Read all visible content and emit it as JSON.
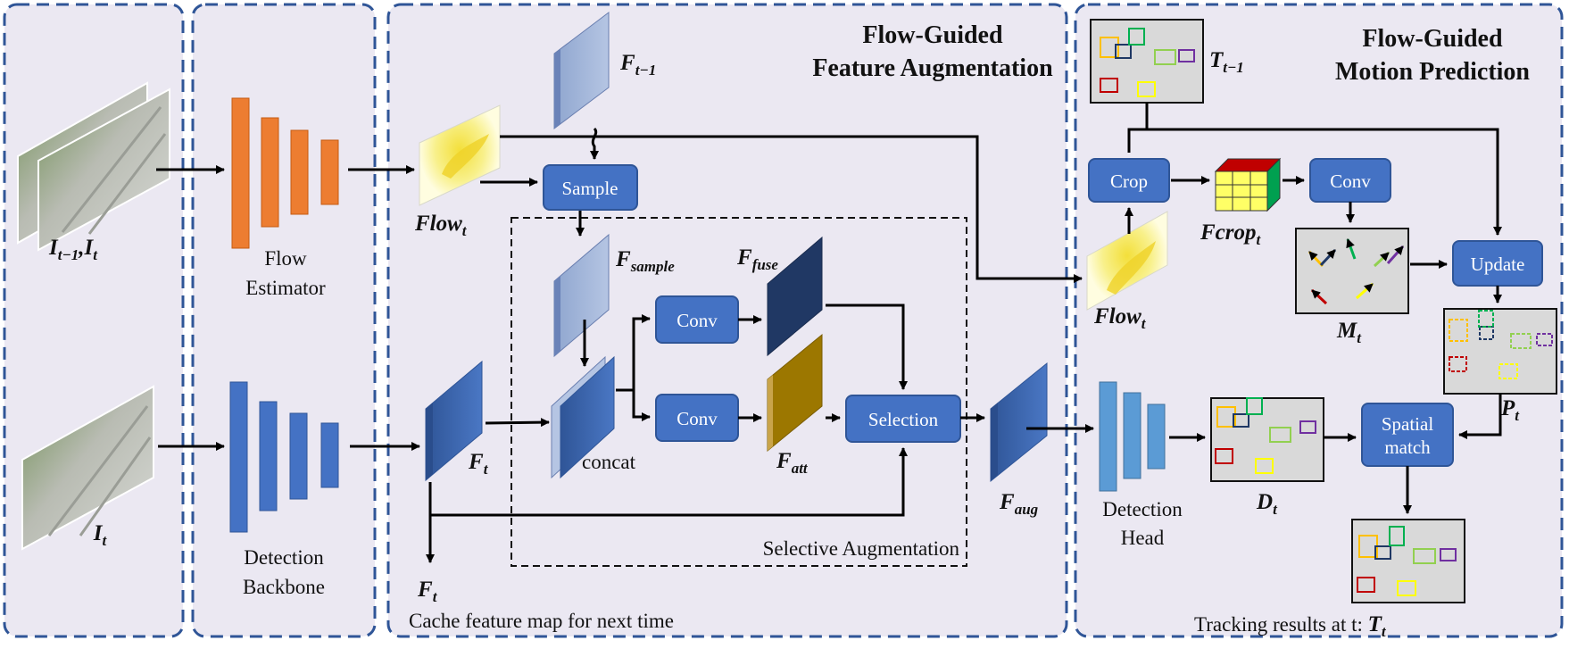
{
  "panels": {
    "augmentation_title_1": "Flow-Guided",
    "augmentation_title_2": "Feature Augmentation",
    "motion_title_1": "Flow-Guided",
    "motion_title_2": "Motion Prediction"
  },
  "inputs": {
    "pair_label": "I",
    "pair_sub_1": "t−1",
    "pair_sep": ",",
    "pair_label_2": "I",
    "pair_sub_2": "t",
    "single_label": "I",
    "single_sub": "t"
  },
  "networks": {
    "flow_estimator_1": "Flow",
    "flow_estimator_2": "Estimator",
    "backbone_1": "Detection",
    "backbone_2": "Backbone",
    "head_1": "Detection",
    "head_2": "Head"
  },
  "buttons": {
    "sample": "Sample",
    "conv_top": "Conv",
    "conv_bottom": "Conv",
    "selection": "Selection",
    "crop": "Crop",
    "conv_motion": "Conv",
    "update": "Update",
    "spatial_1": "Spatial",
    "spatial_2": "match"
  },
  "features": {
    "f_prev": "F",
    "f_prev_sub": "t−1",
    "flow": "Flow",
    "flow_sub": "t",
    "f_sample": "F",
    "f_sample_sub": "sample",
    "f_fuse": "F",
    "f_fuse_sub": "fuse",
    "f_t": "F",
    "f_t_sub": "t",
    "f_att": "F",
    "f_att_sub": "att",
    "f_aug": "F",
    "f_aug_sub": "aug",
    "f_t_cache": "F",
    "f_t_cache_sub": "t",
    "concat": "concat",
    "selective_aug": "Selective Augmentation",
    "cache_note": "Cache feature map for next time"
  },
  "motion": {
    "t_prev": "T",
    "t_prev_sub": "t−1",
    "flow": "Flow",
    "flow_sub": "t",
    "fcrop": "Fcrop",
    "fcrop_sub": "t",
    "m": "M",
    "m_sub": "t",
    "p": "P",
    "p_sub": "t",
    "d": "D",
    "d_sub": "t",
    "result_text": "Tracking results at t: ",
    "result_T": "T",
    "result_sub": "t"
  },
  "colors": {
    "panel_bg": "#ebe8f2",
    "panel_border": "#2f5597",
    "button": "#4472c4",
    "orange": "#ed7d31",
    "blue_net": "#4472c4",
    "head": "#5b9bd5"
  }
}
